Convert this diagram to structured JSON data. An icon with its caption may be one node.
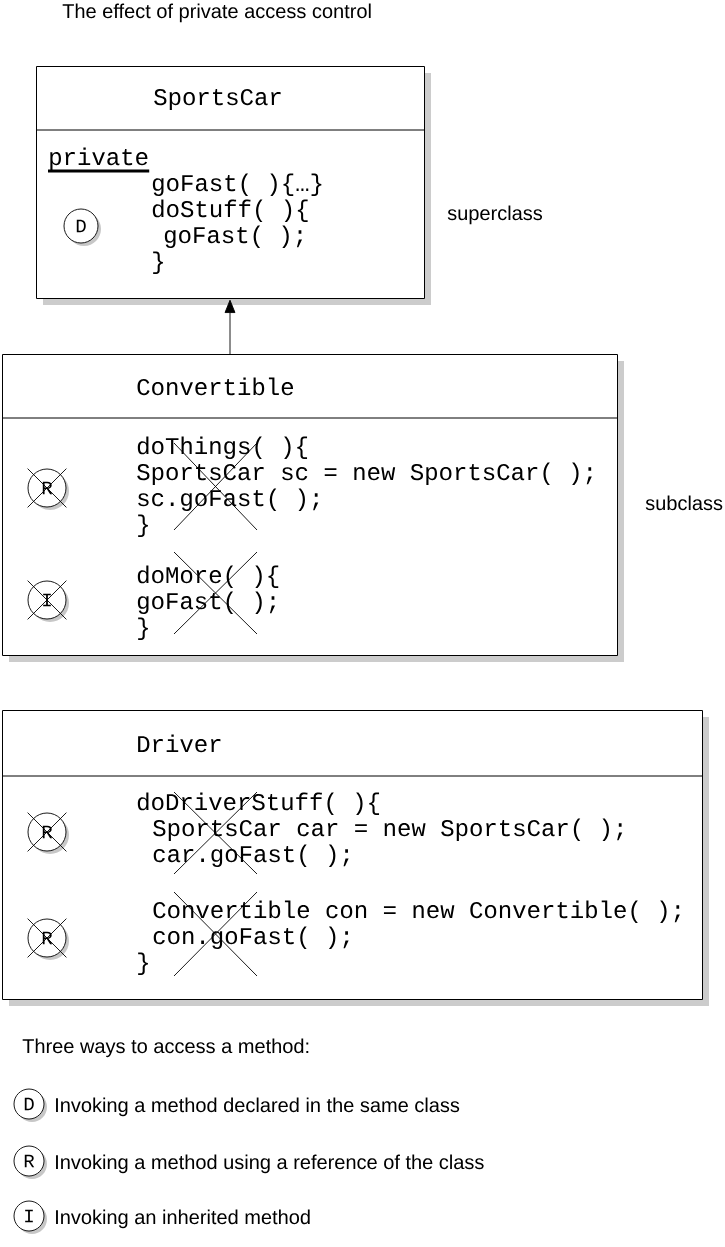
{
  "diagram": {
    "title": "The effect of private access control",
    "nodes": [
      {
        "text": [
          "SportsCar",
          "private",
          "goFast( ){…}",
          "doStuff( ){",
          "goFast( );",
          "}"
        ],
        "beside": [
          "superclass"
        ]
      },
      {
        "text": [
          "D"
        ],
        "in": 0
      },
      {
        "text": [
          "Convertible",
          "doThings( ){",
          "SportsCar sc = new SportsCar( );",
          "sc.goFast( );",
          "}",
          "doMore( ){",
          "goFast( );",
          "}"
        ],
        "beside": [
          "subclass"
        ]
      },
      {
        "text": [
          "R"
        ],
        "in": 2
      },
      {
        "text": [
          "I"
        ],
        "in": 2
      },
      {
        "text": [
          "Driver",
          "doDriverStuff( ){",
          "SportsCar car = new SportsCar( );",
          "car.goFast( );",
          "Convertible con = new Convertible( );",
          "con.goFast( );",
          "}"
        ]
      },
      {
        "text": [
          "R"
        ],
        "in": 5
      },
      {
        "text": [
          "R"
        ],
        "in": 5
      },
      {
        "text": [
          "D"
        ],
        "beside": [
          "Invoking a method declared in the same class"
        ]
      },
      {
        "text": [
          "R"
        ],
        "beside": [
          "Invoking a method using a reference of the class"
        ]
      },
      {
        "text": [
          "I"
        ],
        "beside": [
          "Invoking an inherited method"
        ]
      }
    ],
    "edges": [
      {
        "from": 2,
        "to": 0,
        "arrow": "to"
      }
    ],
    "labels": [
      "Three ways to access a method:"
    ]
  }
}
